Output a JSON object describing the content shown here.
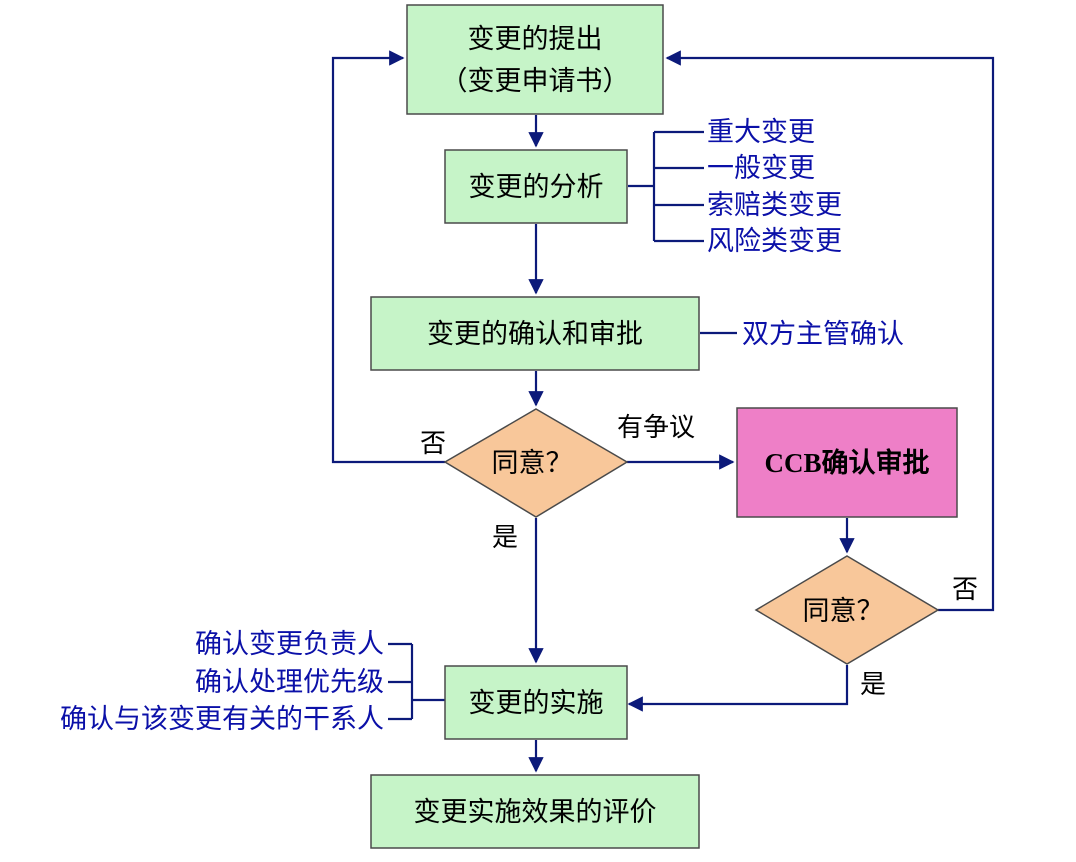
{
  "nodes": {
    "proposal_line1": "变更的提出",
    "proposal_line2": "（变更申请书）",
    "analysis": "变更的分析",
    "confirm_approve": "变更的确认和审批",
    "agree_decision": "同意？",
    "ccb_approve": "CCB确认审批",
    "ccb_agree_decision": "同意？",
    "implementation": "变更的实施",
    "evaluation": "变更实施效果的评价"
  },
  "analysis_categories": [
    "重大变更",
    "一般变更",
    "索赔类变更",
    "风险类变更"
  ],
  "confirm_note": "双方主管确认",
  "implementation_notes": [
    "确认变更负责人",
    "确认处理优先级",
    "确认与该变更有关的干系人"
  ],
  "edge_labels": {
    "agree_no": "否",
    "agree_yes": "是",
    "agree_dispute": "有争议",
    "ccb_no": "否",
    "ccb_yes": "是"
  },
  "colors": {
    "process_fill": "#c6f4c8",
    "ccb_fill": "#ee7fc7",
    "decision_fill": "#f8c79a",
    "connector": "#0c1a7a",
    "annotation_text": "#0b10a8"
  }
}
